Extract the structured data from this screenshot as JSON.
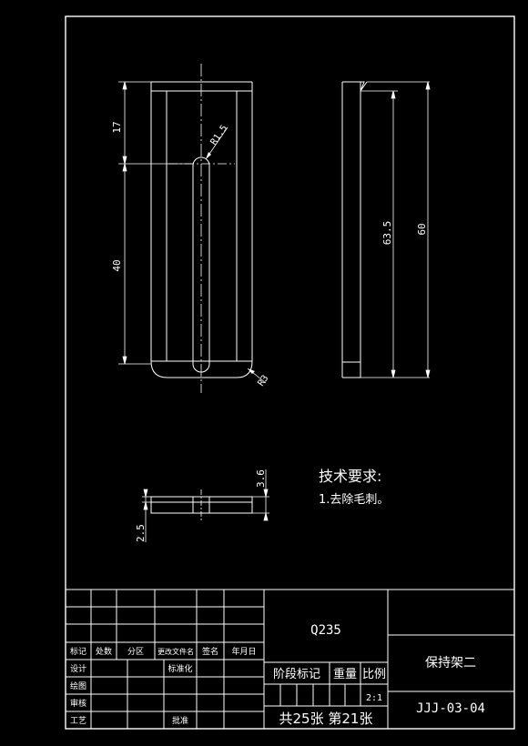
{
  "drawing": {
    "dims": {
      "d17": "17",
      "d40": "40",
      "r15": "R1.5",
      "r3": "R3",
      "d635": "63.5",
      "d60": "60",
      "d36": "3.6",
      "d25": "2.5"
    },
    "requirements": {
      "title": "技术要求:",
      "item1": "1.去除毛刺。"
    }
  },
  "title_block": {
    "material": "Q235",
    "part_name": "保持架二",
    "drawing_no": "JJJ-03-04",
    "stage_mark": "阶段标记",
    "weight": "重量",
    "scale_label": "比例",
    "scale": "2:1",
    "sheets": "共25张 第21张",
    "rev_headers": [
      "标记",
      "处数",
      "分区",
      "更改文件名",
      "签名",
      "年月日"
    ],
    "roles": {
      "design": "设计",
      "standardize": "标准化",
      "draw": "绘图",
      "check": "审核",
      "process": "工艺",
      "approve": "批准"
    }
  }
}
